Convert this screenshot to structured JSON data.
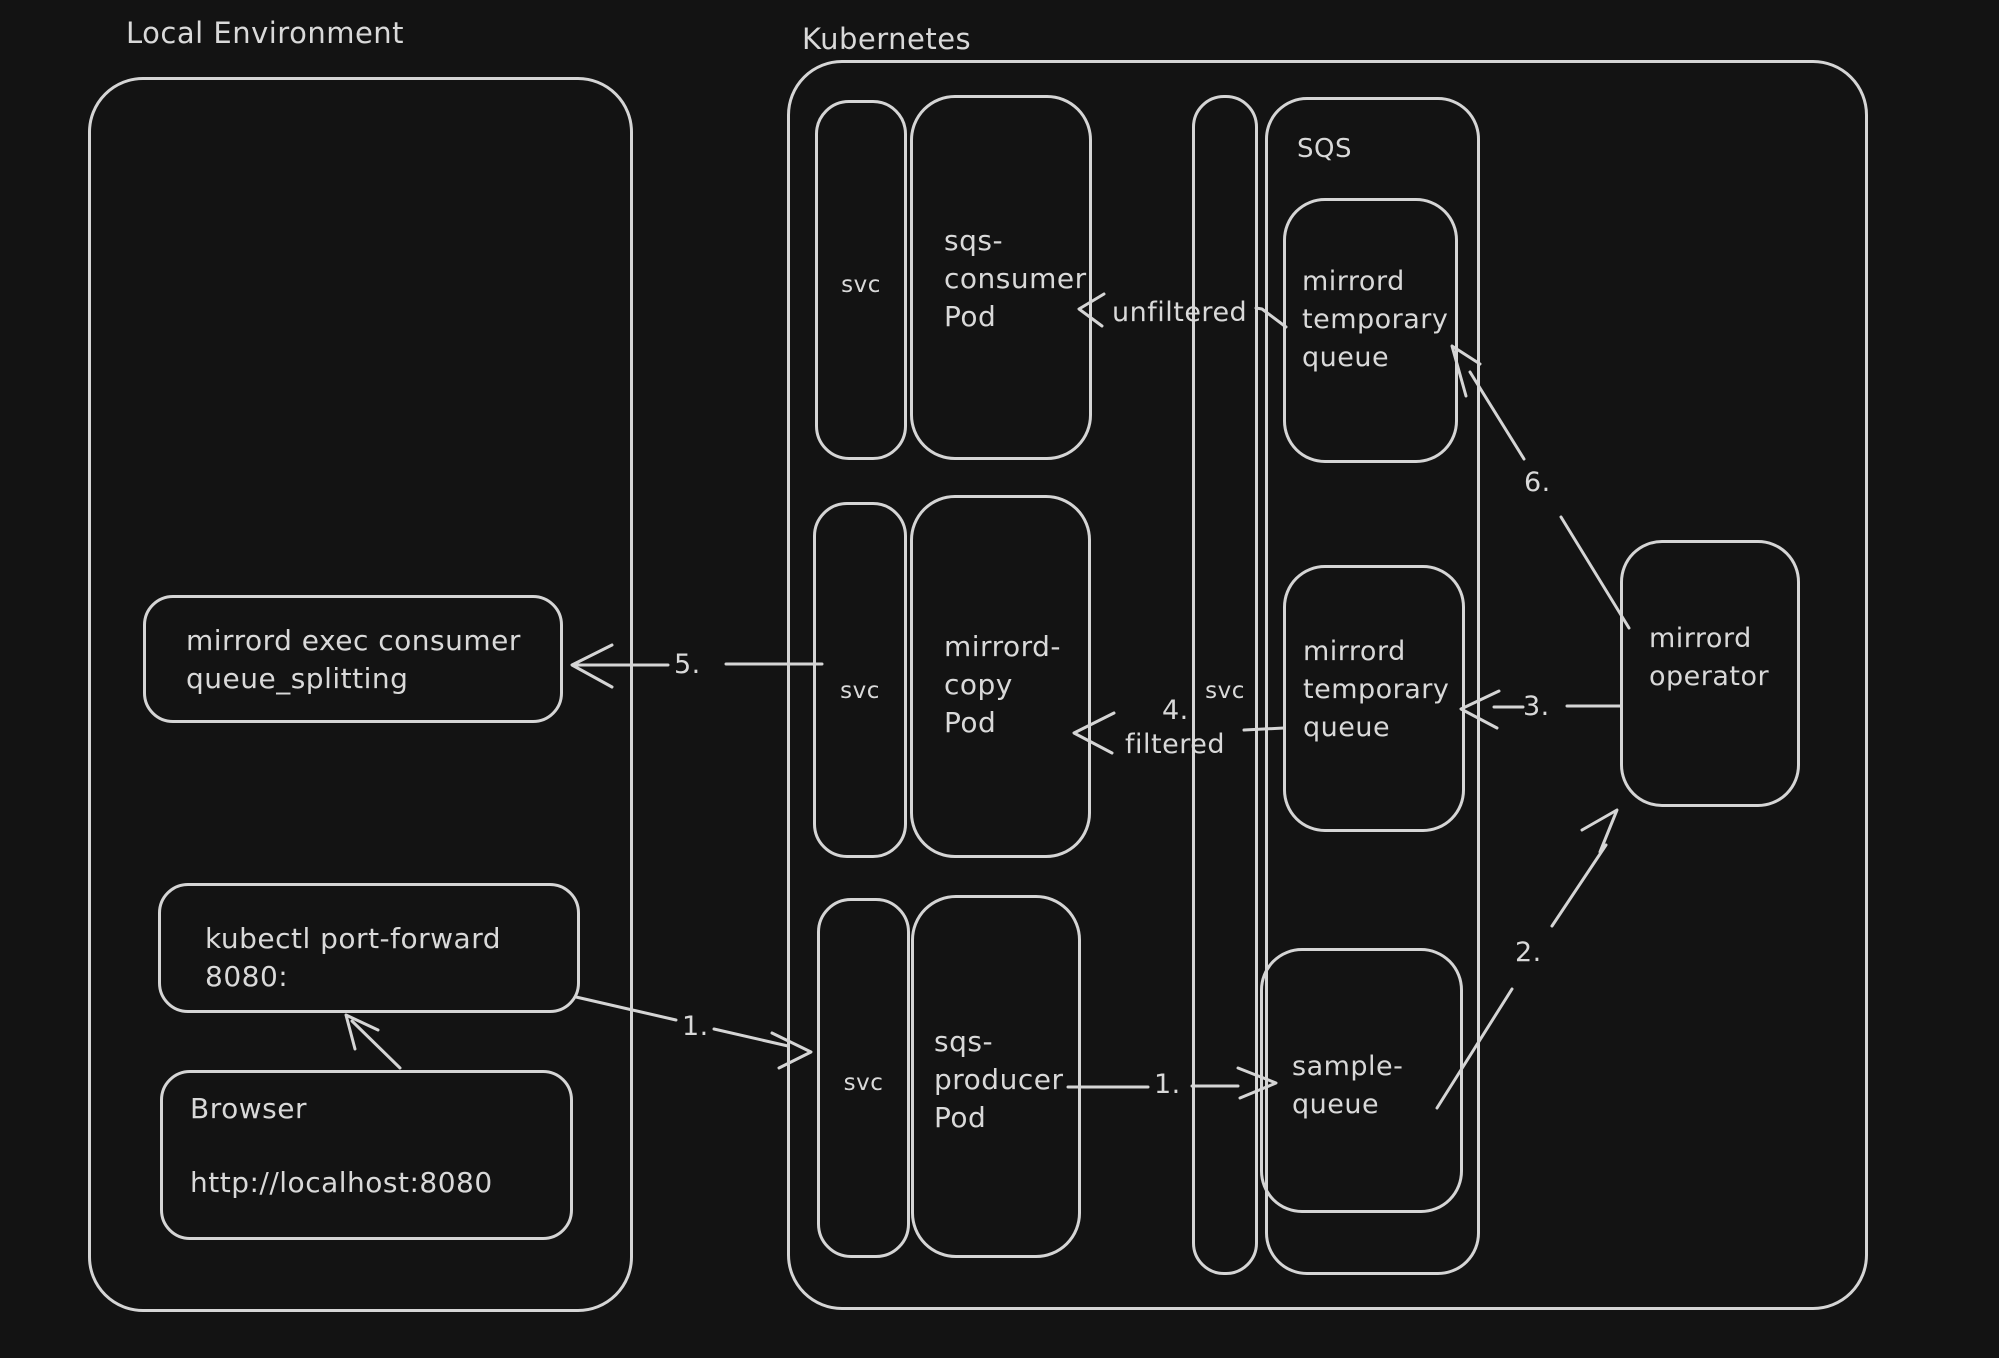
{
  "colors": {
    "background": "#131313",
    "stroke": "#d5d5d5",
    "text": "#d9d9d9"
  },
  "local_environment": {
    "title": "Local Environment",
    "exec_box_lines": [
      "mirrord exec consumer",
      "queue_splitting"
    ],
    "kubectl_box_lines": [
      "kubectl port-forward",
      "8080:"
    ],
    "browser_box": {
      "name": "Browser",
      "url": "http://localhost:8080"
    }
  },
  "kubernetes": {
    "title": "Kubernetes",
    "svc_label": "svc",
    "pods": [
      {
        "lines": [
          "sqs-",
          "consumer",
          "Pod"
        ]
      },
      {
        "lines": [
          "mirrord-",
          "copy",
          "Pod"
        ]
      },
      {
        "lines": [
          "sqs-",
          "producer",
          "Pod"
        ]
      }
    ],
    "sqs": {
      "title": "SQS",
      "queues": [
        {
          "lines": [
            "mirrord",
            "temporary",
            "queue"
          ]
        },
        {
          "lines": [
            "mirrord",
            "temporary",
            "queue"
          ]
        },
        {
          "lines": [
            "sample-",
            "queue"
          ]
        }
      ]
    },
    "operator_lines": [
      "mirrord",
      "operator"
    ]
  },
  "arrow_labels": {
    "five": "5.",
    "one_local": "1.",
    "one_queue": "1.",
    "two": "2.",
    "three": "3.",
    "four": "4.",
    "filtered": "filtered",
    "unfiltered": "unfiltered",
    "six": "6."
  }
}
